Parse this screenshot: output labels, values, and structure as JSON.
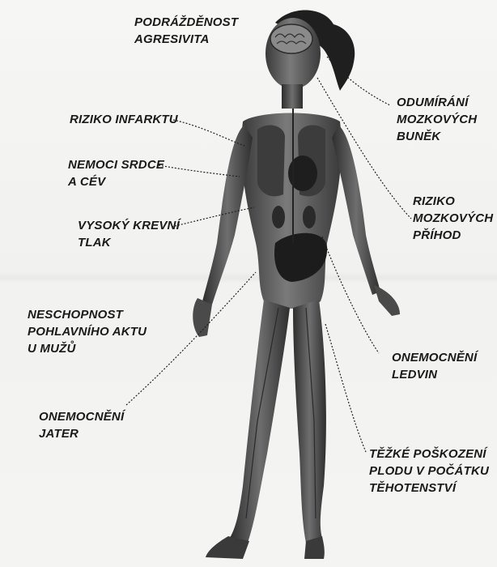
{
  "labels": {
    "irritability": [
      "PODRÁŽDĚNOST",
      "AGRESIVITA"
    ],
    "brain_cells": [
      "ODUMÍRÁNÍ",
      "MOZKOVÝCH",
      "BUNĚK"
    ],
    "heart_attack": [
      "RIZIKO INFARKTU"
    ],
    "heart_vessels": [
      "NEMOCI SRDCE",
      "A CÉV"
    ],
    "stroke": [
      "RIZIKO",
      "MOZKOVÝCH",
      "PŘÍHOD"
    ],
    "blood_pressure": [
      "VYSOKÝ KREVNÍ",
      "TLAK"
    ],
    "impotence": [
      "NESCHOPNOST",
      "POHLAVNÍHO AKTU",
      "U MUŽŮ"
    ],
    "kidney": [
      "ONEMOCNĚNÍ",
      "LEDVIN"
    ],
    "liver": [
      "ONEMOCNĚNÍ",
      "JATER"
    ],
    "pregnancy": [
      "TĚŽKÉ POŠKOZENÍ",
      "PLODU V POČÁTKU",
      "TĚHOTENSTVÍ"
    ]
  },
  "colors": {
    "ink": "#1a1a1a",
    "body_fill": "#5a5a5a",
    "organ_fill": "#2b2b2b",
    "paper": "#f4f4f2"
  }
}
